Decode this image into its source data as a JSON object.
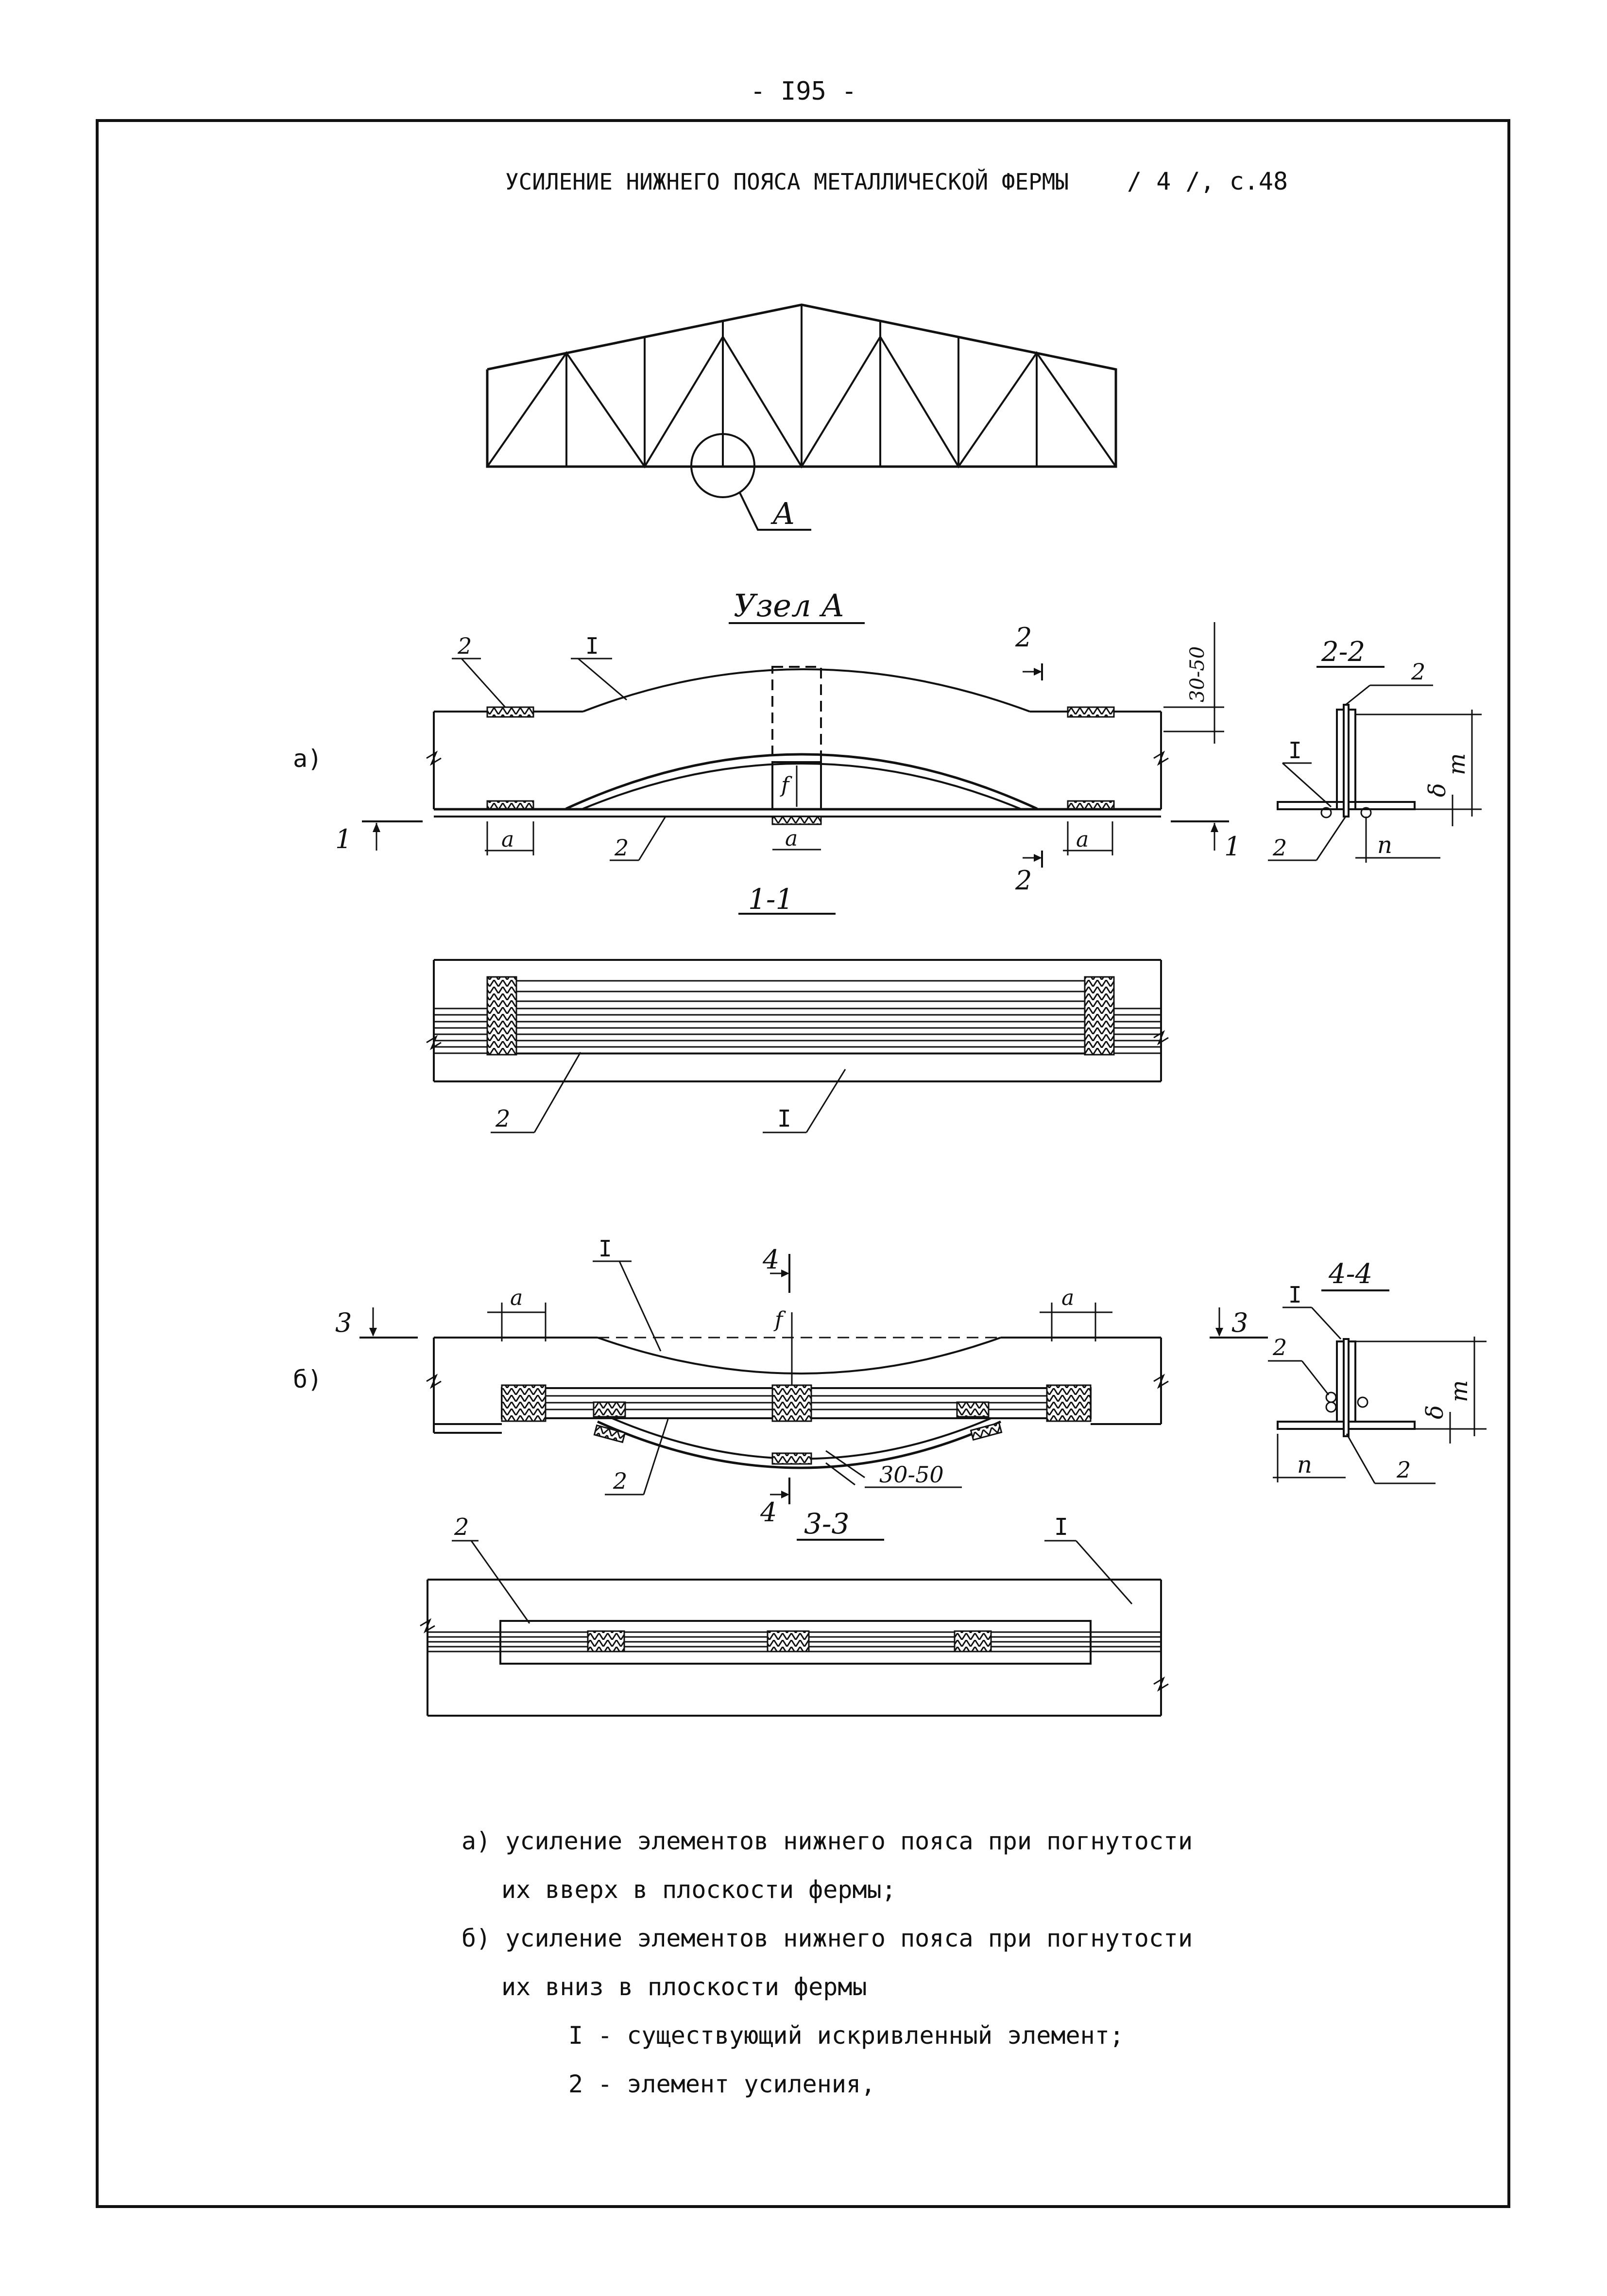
{
  "page_number": "- I95 -",
  "title": "УСИЛЕНИЕ НИЖНЕГО ПОЯСА МЕТАЛЛИЧЕСКОЙ ФЕРМЫ",
  "reference": "/ 4 /, с.48",
  "truss": {
    "callout_label": "А"
  },
  "node_title": "Узел А",
  "variant_a": {
    "marker": "а)",
    "labels": {
      "element_1": "I",
      "element_2": "2",
      "dim_top": "30-50",
      "dim_a": "a",
      "dim_f": "f"
    },
    "section_marks": {
      "s2": "2",
      "s1": "1"
    },
    "section_2_2": {
      "title": "2-2",
      "m": "m",
      "delta": "δ",
      "n": "n",
      "e1": "I",
      "e2": "2"
    },
    "section_1_1": {
      "title": "1-1",
      "e1": "I",
      "e2": "2"
    }
  },
  "variant_b": {
    "marker": "б)",
    "labels": {
      "element_1": "I",
      "element_2": "2",
      "dim_bottom": "30-50",
      "dim_a": "a",
      "dim_f": "f"
    },
    "section_marks": {
      "s4": "4",
      "s3": "3"
    },
    "section_4_4": {
      "title": "4-4",
      "m": "m",
      "delta": "δ",
      "n": "n",
      "e1": "I",
      "e2": "2"
    },
    "section_3_3": {
      "title": "3-3",
      "e1": "I",
      "e2": "2"
    }
  },
  "notes": [
    "а) усиление элементов нижнего пояса при погнутости",
    "их вверх в плоскости фермы;",
    "б) усиление элементов нижнего пояса при погнутости",
    "их вниз в плоскости фермы",
    "I - существующий искривленный элемент;",
    "2 - элемент усиления,"
  ]
}
